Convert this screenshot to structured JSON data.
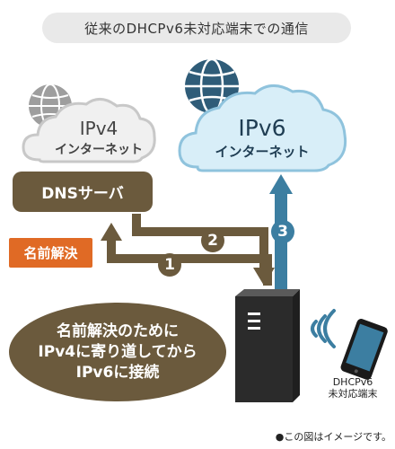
{
  "title": "従来のDHCPv6未対応端末での通信",
  "ipv4_cloud": {
    "line1": "IPv4",
    "line2": "インターネット"
  },
  "ipv6_cloud": {
    "line1": "IPv6",
    "line2": "インターネット"
  },
  "dns_server": "DNSサーバ",
  "name_resolution_tag": "名前解決",
  "steps": [
    "1",
    "2",
    "3"
  ],
  "note": {
    "line1": "名前解決のために",
    "line2": "IPv4に寄り道してから",
    "line3": "IPv6に接続"
  },
  "device_label": {
    "line1": "DHCPv6",
    "line2": "未対応端末"
  },
  "footnote": "●この図はイメージです。",
  "colors": {
    "brown": "#6b5a3d",
    "orange": "#e06a25",
    "blue": "#3c7ea1",
    "ipv6_cloud": "#d8eef8",
    "ipv4_cloud": "#f0f0f0"
  }
}
